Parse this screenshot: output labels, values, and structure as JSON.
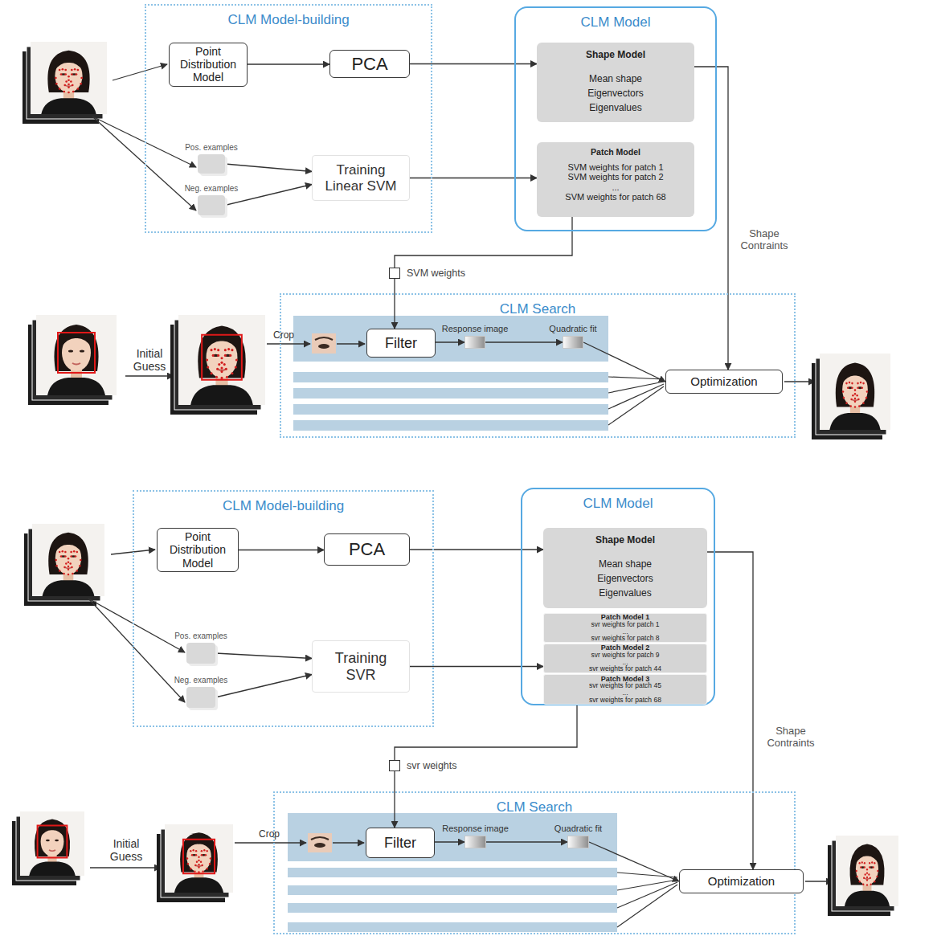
{
  "diagram": {
    "nodes": [
      {
        "text": [
          "CLM Model-building"
        ]
      },
      {
        "text": [
          "Point Distribution Model"
        ],
        "in": 0
      },
      {
        "text": [
          "PCA"
        ],
        "in": 0
      },
      {
        "text": [
          "Pos. examples"
        ],
        "in": 0
      },
      {
        "text": [
          "Neg. examples"
        ],
        "in": 0
      },
      {
        "text": [
          "Training Linear SVM"
        ],
        "in": 0
      },
      {
        "text": [
          "CLM Model"
        ]
      },
      {
        "text": [
          "Shape Model",
          "Mean shape",
          "Eigenvectors",
          "Eigenvalues"
        ],
        "in": 6
      },
      {
        "text": [
          "Patch Model",
          "SVM weights for patch 1",
          "SVM weights for patch 2",
          "...",
          "SVM weights for patch 68"
        ],
        "in": 6
      },
      {
        "text": [
          "SVM weights"
        ]
      },
      {
        "text": [
          "CLM Search"
        ]
      },
      {
        "text": [
          "Filter"
        ],
        "in": 10
      },
      {
        "text": [
          "Response image"
        ],
        "in": 10
      },
      {
        "text": [
          "Quadratic fit"
        ],
        "in": 10
      },
      {
        "text": [
          "Optimization"
        ],
        "in": 10
      },
      {
        "text": [
          "CLM Model-building"
        ]
      },
      {
        "text": [
          "Point Distribution Model"
        ],
        "in": 15
      },
      {
        "text": [
          "PCA"
        ],
        "in": 15
      },
      {
        "text": [
          "Pos. examples"
        ],
        "in": 15
      },
      {
        "text": [
          "Neg. examples"
        ],
        "in": 15
      },
      {
        "text": [
          "Training SVR"
        ],
        "in": 15
      },
      {
        "text": [
          "CLM Model"
        ]
      },
      {
        "text": [
          "Shape Model",
          "Mean shape",
          "Eigenvectors",
          "Eigenvalues"
        ],
        "in": 21
      },
      {
        "text": [
          "Patch Model 1",
          "svr weights for patch 1",
          "...",
          "svr weights for patch 8"
        ],
        "in": 21
      },
      {
        "text": [
          "Patch Model 2",
          "svr weights for patch 9",
          "...",
          "svr weights for patch 44"
        ],
        "in": 21
      },
      {
        "text": [
          "Patch Model 3",
          "svr weights for patch 45",
          "...",
          "svr weights for patch 68"
        ],
        "in": 21
      },
      {
        "text": [
          "svr weights"
        ]
      },
      {
        "text": [
          "CLM Search"
        ]
      },
      {
        "text": [
          "Filter"
        ],
        "in": 27
      },
      {
        "text": [
          "Response image"
        ],
        "in": 27
      },
      {
        "text": [
          "Quadratic fit"
        ],
        "in": 27
      },
      {
        "text": [
          "Optimization"
        ],
        "in": 27
      }
    ],
    "edges": [
      {
        "from": 1,
        "to": 2,
        "arrow": "to"
      },
      {
        "from": 2,
        "to": 7,
        "arrow": "to"
      },
      {
        "from": 3,
        "to": 5,
        "arrow": "to"
      },
      {
        "from": 4,
        "to": 5,
        "arrow": "to"
      },
      {
        "from": 5,
        "to": 8,
        "arrow": "to"
      },
      {
        "from": 8,
        "to": 9,
        "arrow": "none"
      },
      {
        "from": 9,
        "to": 11,
        "arrow": "to"
      },
      {
        "from": 11,
        "to": 12,
        "arrow": "to"
      },
      {
        "from": 12,
        "to": 13,
        "arrow": "to"
      },
      {
        "from": 13,
        "to": 14,
        "arrow": "to"
      },
      {
        "from": 7,
        "to": 14,
        "label": "Shape Contraints",
        "arrow": "to"
      },
      {
        "from": 16,
        "to": 17,
        "arrow": "to"
      },
      {
        "from": 17,
        "to": 22,
        "arrow": "to"
      },
      {
        "from": 18,
        "to": 20,
        "arrow": "to"
      },
      {
        "from": 19,
        "to": 20,
        "arrow": "to"
      },
      {
        "from": 20,
        "to": 24,
        "arrow": "to"
      },
      {
        "from": 25,
        "to": 26,
        "arrow": "none"
      },
      {
        "from": 26,
        "to": 28,
        "arrow": "to"
      },
      {
        "from": 28,
        "to": 29,
        "arrow": "to"
      },
      {
        "from": 29,
        "to": 30,
        "arrow": "to"
      },
      {
        "from": 30,
        "to": 31,
        "arrow": "to"
      },
      {
        "from": 22,
        "to": 31,
        "label": "Shape Contraints",
        "arrow": "to"
      }
    ],
    "labels": [
      "Initial Guess",
      "Crop",
      "Initial Guess",
      "Crop"
    ]
  }
}
